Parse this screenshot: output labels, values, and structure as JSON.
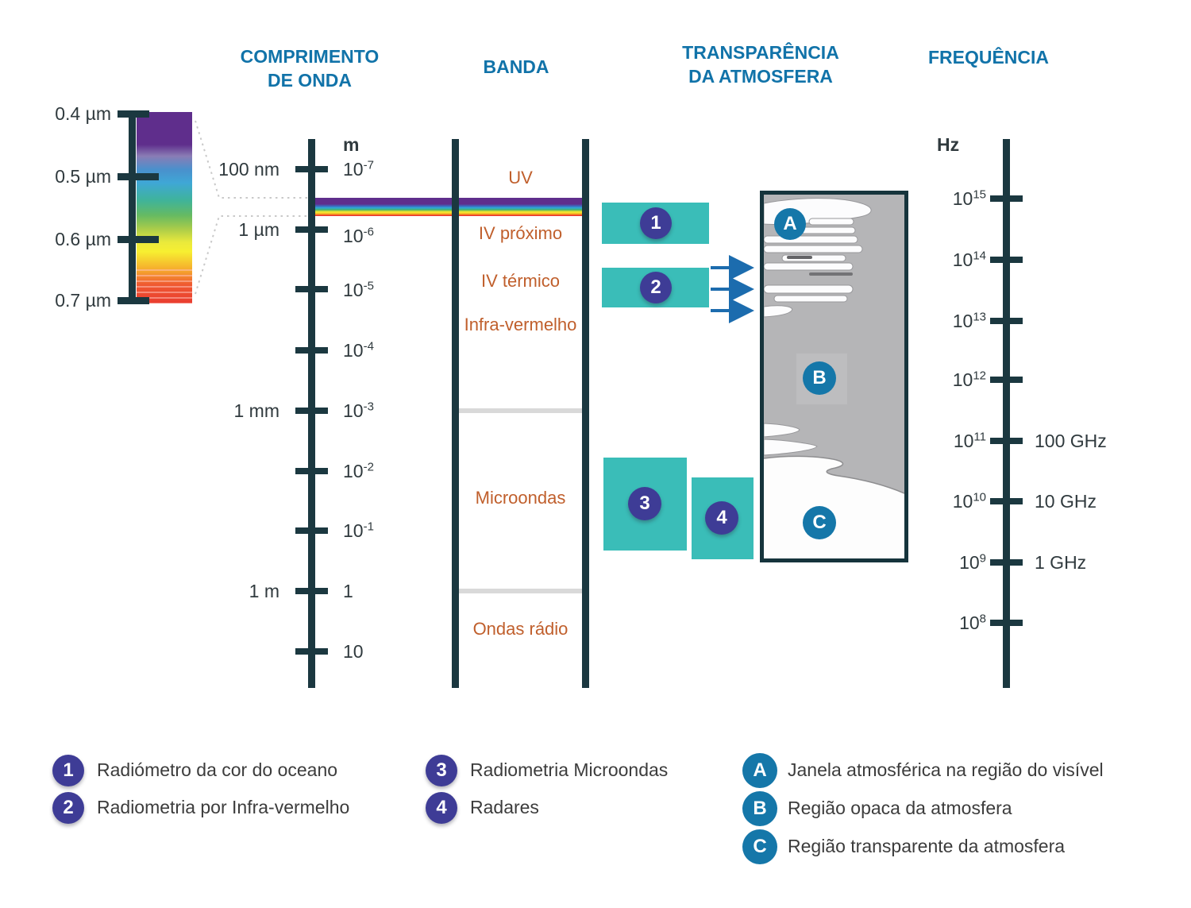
{
  "headers": {
    "wavelength": [
      "COMPRIMENTO",
      "DE ONDA"
    ],
    "band": "BANDA",
    "transparency": [
      "TRANSPARÊNCIA",
      "DA ATMOSFERA"
    ],
    "frequency": "FREQUÊNCIA"
  },
  "visible_spectrum": {
    "labels": [
      "0.4 µm",
      "0.5 µm",
      "0.6 µm",
      "0.7 µm"
    ]
  },
  "wavelength_axis": {
    "unit": "m",
    "metric": [
      "100 nm",
      "1 µm",
      "1 mm",
      "1 m"
    ],
    "powers": [
      {
        "base": "10",
        "exp": "-7"
      },
      {
        "base": "10",
        "exp": "-6"
      },
      {
        "base": "10",
        "exp": "-5"
      },
      {
        "base": "10",
        "exp": "-4"
      },
      {
        "base": "10",
        "exp": "-3"
      },
      {
        "base": "10",
        "exp": "-2"
      },
      {
        "base": "10",
        "exp": "-1"
      },
      {
        "base": "1",
        "exp": ""
      },
      {
        "base": "10",
        "exp": ""
      }
    ]
  },
  "bands": {
    "labels": [
      "UV",
      "IV próximo",
      "IV térmico",
      "Infra-vermelho",
      "Microondas",
      "Ondas rádio"
    ]
  },
  "markers": {
    "n1": "1",
    "n2": "2",
    "n3": "3",
    "n4": "4",
    "a": "A",
    "b": "B",
    "c": "C"
  },
  "frequency_axis": {
    "unit": "Hz",
    "powers": [
      {
        "base": "10",
        "exp": "15"
      },
      {
        "base": "10",
        "exp": "14"
      },
      {
        "base": "10",
        "exp": "13"
      },
      {
        "base": "10",
        "exp": "12"
      },
      {
        "base": "10",
        "exp": "11"
      },
      {
        "base": "10",
        "exp": "10"
      },
      {
        "base": "10",
        "exp": "9"
      },
      {
        "base": "10",
        "exp": "8"
      }
    ],
    "ghz": [
      "100 GHz",
      "10 GHz",
      "1 GHz"
    ]
  },
  "legend": {
    "items": [
      {
        "marker": "1",
        "text": "Radiómetro da cor do oceano"
      },
      {
        "marker": "2",
        "text": "Radiometria por Infra-vermelho"
      },
      {
        "marker": "3",
        "text": "Radiometria Microondas"
      },
      {
        "marker": "4",
        "text": "Radares"
      },
      {
        "marker": "A",
        "text": "Janela atmosférica na região do visível"
      },
      {
        "marker": "B",
        "text": "Região opaca da atmosfera"
      },
      {
        "marker": "C",
        "text": "Região transparente da atmosfera"
      }
    ]
  },
  "colors": {
    "header_blue": "#1173a9",
    "band_orange": "#c05f2c",
    "axis_dark": "#1b3840",
    "teal_box": "#3abdb8",
    "indigo_circle": "#3e3c96",
    "region_circle_blue": "#1577a9",
    "chart_gray": "#b5b5b7",
    "arrow_blue": "#1c6cae",
    "separator_gray": "#d9d9d9"
  }
}
